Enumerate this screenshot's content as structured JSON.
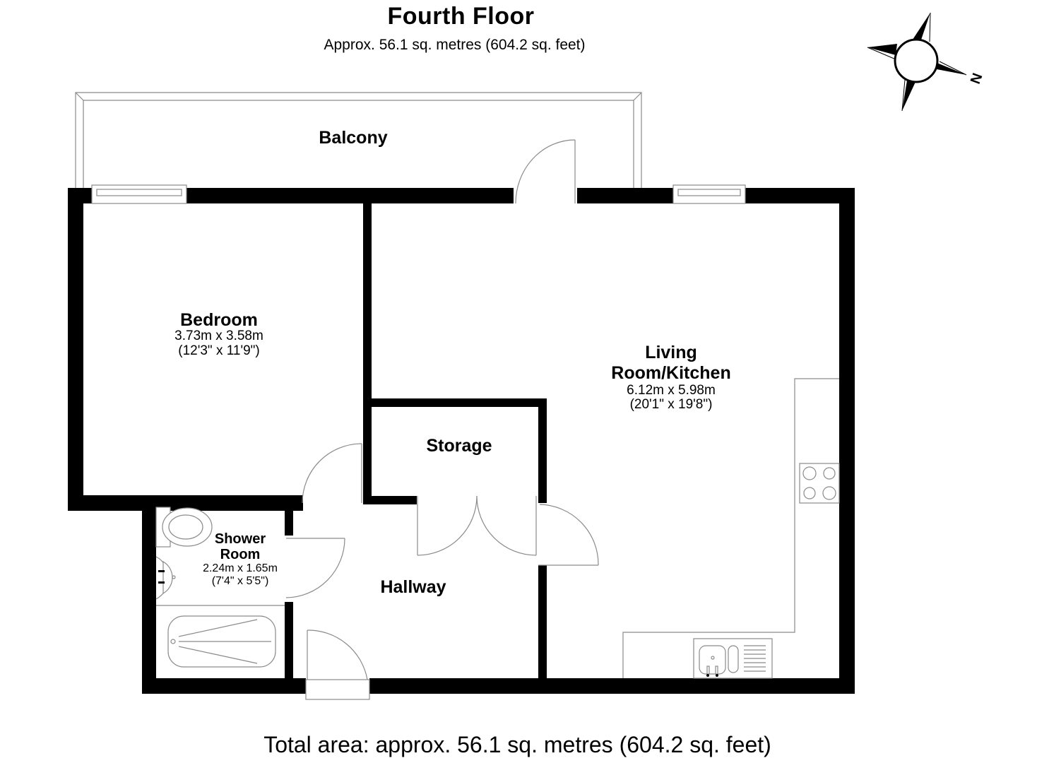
{
  "header": {
    "title": "Fourth Floor",
    "subtitle": "Approx. 56.1 sq. metres (604.2 sq. feet)"
  },
  "compass": {
    "icon": "compass-rose-icon",
    "north_label": "N"
  },
  "rooms": {
    "balcony": {
      "name": "Balcony"
    },
    "bedroom": {
      "name": "Bedroom",
      "dim_metric": "3.73m x 3.58m",
      "dim_imperial": "(12'3\" x 11'9\")"
    },
    "living": {
      "name_line1": "Living",
      "name_line2": "Room/Kitchen",
      "dim_metric": "6.12m x 5.98m",
      "dim_imperial": "(20'1\" x 19'8\")"
    },
    "storage": {
      "name": "Storage"
    },
    "shower": {
      "name_line1": "Shower",
      "name_line2": "Room",
      "dim_metric": "2.24m x 1.65m",
      "dim_imperial": "(7'4\" x 5'5\")"
    },
    "hallway": {
      "name": "Hallway"
    }
  },
  "fixtures": [
    "window-icon",
    "door-icon",
    "toilet-icon",
    "basin-icon",
    "bathtub-icon",
    "hob-icon",
    "sink-icon"
  ],
  "footer": {
    "total_area": "Total area: approx. 56.1 sq. metres (604.2 sq. feet)"
  },
  "colors": {
    "wall": "#000000",
    "line": "#8a8a8a",
    "background": "#ffffff"
  }
}
